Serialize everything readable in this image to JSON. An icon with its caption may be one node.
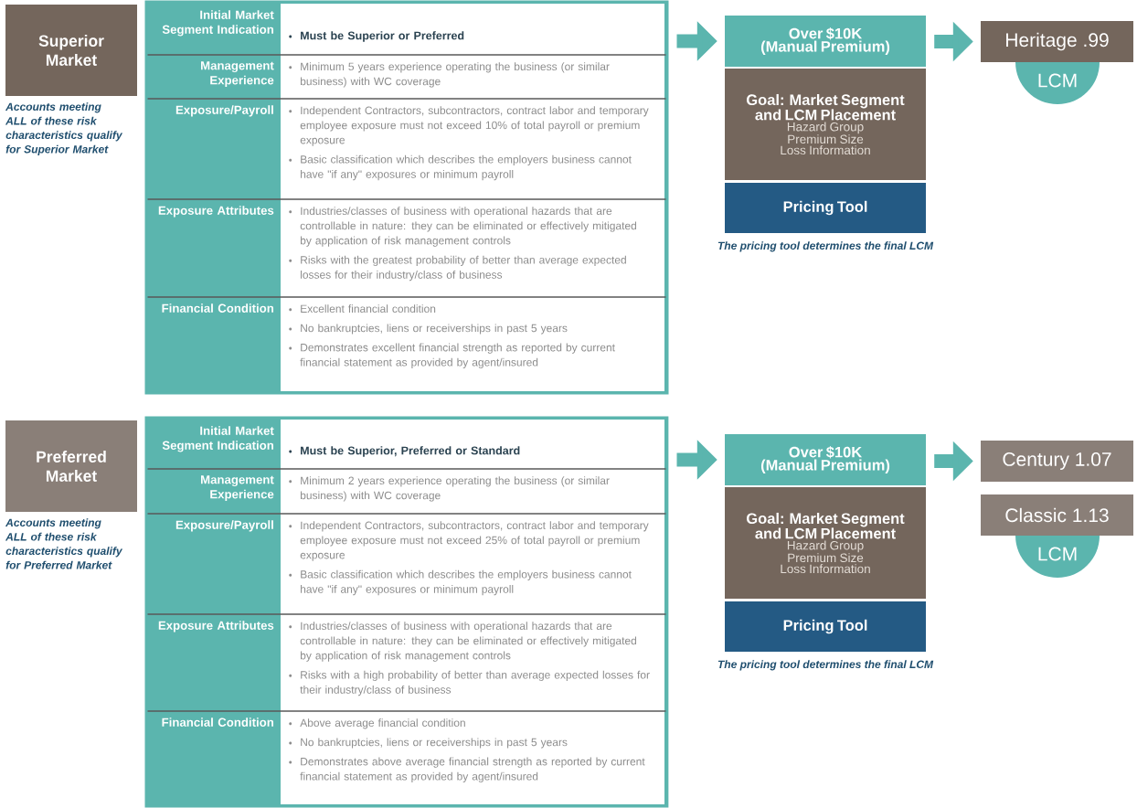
{
  "diagram": {
    "nodes": [
      {
        "text": [
          "Superior Market"
        ],
        "beside": [
          "Accounts meeting ALL of these risk characteristics qualify for Superior Market"
        ]
      },
      {
        "text": [],
        "shape": "box"
      },
      {
        "text": [
          "Initial Market Segment Indication",
          "Must be Superior or Preferred"
        ],
        "in": 1
      },
      {
        "text": [
          "Management Experience",
          "Minimum 5 years experience operating the business (or similar business) with WC coverage"
        ],
        "in": 1
      },
      {
        "text": [
          "Exposure/Payroll",
          "Independent Contractors, subcontractors, contract labor and temporary employee exposure must not exceed 10% of total payroll or premium exposure",
          "Basic classification which describes the employers business cannot have \"if any\" exposures or minimum payroll"
        ],
        "in": 1
      },
      {
        "text": [
          "Exposure Attributes",
          "Industries/classes of business with operational hazards that are controllable in nature: they can be eliminated or effectively mitigated by application of risk management controls",
          "Risks with the greatest probability of better than average expected losses for their industry/class of business"
        ],
        "in": 1
      },
      {
        "text": [
          "Financial Condition",
          "Excellent financial condition",
          "No bankruptcies, liens or receiverships in past 5 years",
          "Demonstrates excellent financial strength as reported by current financial statement as provided by agent/insured"
        ],
        "in": 1
      },
      {
        "text": [
          "Over $10K (Manual Premium)"
        ]
      },
      {
        "text": [
          "Goal: Market Segment and LCM Placement",
          "Hazard Group",
          "Premium Size",
          "Loss Information"
        ]
      },
      {
        "text": [
          "Pricing Tool"
        ],
        "beside": [
          "The pricing tool determines the final LCM"
        ]
      },
      {
        "text": [
          "Heritage .99"
        ]
      },
      {
        "text": [
          "LCM"
        ]
      },
      {
        "text": [
          "Preferred Market"
        ],
        "beside": [
          "Accounts meeting ALL of these risk characteristics qualify for Preferred Market"
        ]
      },
      {
        "text": [],
        "shape": "box"
      },
      {
        "text": [
          "Initial Market Segment Indication",
          "Must be Superior, Preferred or Standard"
        ],
        "in": 13
      },
      {
        "text": [
          "Management Experience",
          "Minimum 2 years experience operating the business (or similar business) with WC coverage"
        ],
        "in": 13
      },
      {
        "text": [
          "Exposure/Payroll",
          "Independent Contractors, subcontractors, contract labor and temporary employee exposure must not exceed 25% of total payroll or premium exposure",
          "Basic classification which describes the employers business cannot have \"if any\" exposures or minimum payroll"
        ],
        "in": 13
      },
      {
        "text": [
          "Exposure Attributes",
          "Industries/classes of business with operational hazards that are controllable in nature: they can be eliminated or effectively mitigated by application of risk management controls",
          "Risks with a high probability of better than average expected losses for their industry/class of business"
        ],
        "in": 13
      },
      {
        "text": [
          "Financial Condition",
          "Above average financial condition",
          "No bankruptcies, liens or receiverships in past 5 years",
          "Demonstrates above average financial strength as reported by current financial statement as provided by agent/insured"
        ],
        "in": 13
      },
      {
        "text": [
          "Over $10K (Manual Premium)"
        ]
      },
      {
        "text": [
          "Goal: Market Segment and LCM Placement",
          "Hazard Group",
          "Premium Size",
          "Loss Information"
        ]
      },
      {
        "text": [
          "Pricing Tool"
        ],
        "beside": [
          "The pricing tool determines the final LCM"
        ]
      },
      {
        "text": [
          "Century 1.07"
        ]
      },
      {
        "text": [
          "Classic 1.13"
        ]
      },
      {
        "text": [
          "LCM"
        ]
      }
    ],
    "edges": [
      {
        "from": 1,
        "to": 7,
        "arrow": "to"
      },
      {
        "from": 7,
        "to": 10,
        "arrow": "to"
      },
      {
        "from": 13,
        "to": 19,
        "arrow": "to"
      },
      {
        "from": 19,
        "to": 22,
        "arrow": "to"
      }
    ]
  }
}
